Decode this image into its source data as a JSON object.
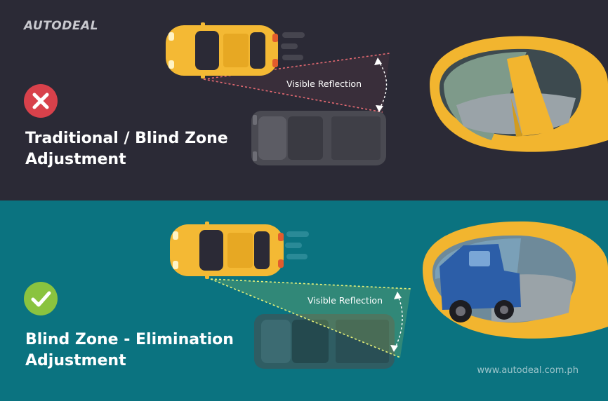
{
  "brand": {
    "logo_text": "AUTODEAL"
  },
  "panels": {
    "traditional": {
      "heading": "Traditional / Blind Zone\nAdjustment",
      "status": "incorrect",
      "status_icon": "x-icon",
      "status_color": "#d8414b",
      "reflection_label": "Visible Reflection",
      "background": "#2b2a36"
    },
    "elimination": {
      "heading": "Blind Zone - Elimination\nAdjustment",
      "status": "correct",
      "status_icon": "check-icon",
      "status_color": "#8ac33f",
      "reflection_label": "Visible Reflection",
      "background": "#0b7380"
    }
  },
  "footer": {
    "website": "www.autodeal.com.ph"
  },
  "colors": {
    "car_yellow": "#f4b934",
    "truck_gray": "#4a4a52",
    "mirror_frame": "#f2b52f",
    "sightline_red": "#e46a72",
    "sightline_green": "#e8f27a"
  }
}
